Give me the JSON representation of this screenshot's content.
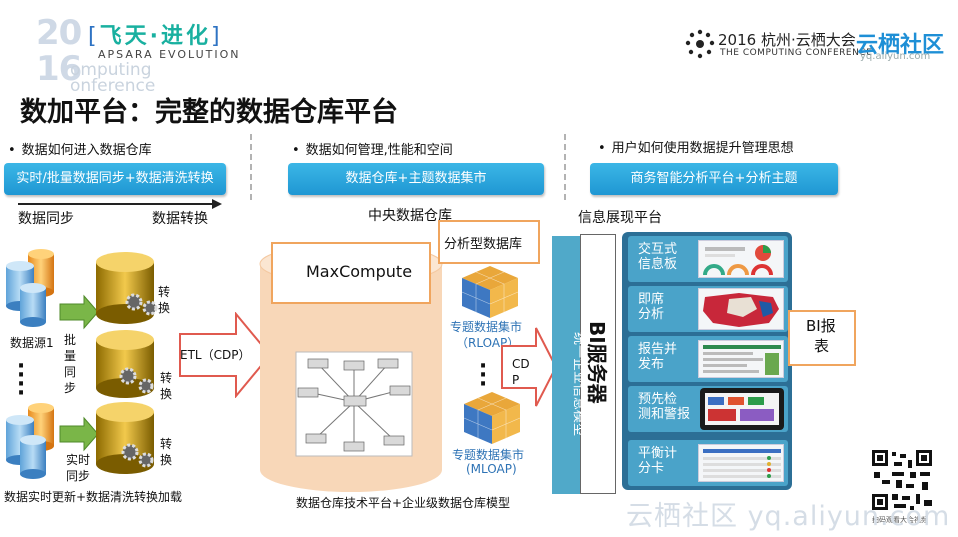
{
  "header": {
    "year_top": "20",
    "year_bottom": "16",
    "ghost_line1": "omputing",
    "ghost_line2": "onference",
    "brand_cn": "飞天·进化",
    "brand_en": "APSARA EVOLUTION",
    "conference_title": "2016 杭州·云栖大会",
    "conference_sub": "THE COMPUTING CONFERENCE",
    "community_brand": "云栖社区",
    "community_url": "yq.aliyun.com"
  },
  "title": "数加平台：完整的数据仓库平台",
  "columns": [
    {
      "question": "数据如何进入数据仓库",
      "bar": "实时/批量数据同步+数据清洗转换",
      "label_left": "数据同步",
      "label_right": "数据转换"
    },
    {
      "question": "数据如何管理,性能和空间",
      "bar": "数据仓库+主题数据集市",
      "label_center": "中央数据仓库"
    },
    {
      "question": "用户如何使用数据提升管理思想",
      "bar": "商务智能分析平台+分析主题",
      "label_left": "信息展现平台"
    }
  ],
  "sync": {
    "source": "数据源1",
    "batch": [
      "批",
      "量",
      "同",
      "步"
    ],
    "realtime": [
      "实时",
      "同步"
    ],
    "transform": [
      "转",
      "换"
    ],
    "bottom_caption": "数据实时更新+数据清洗转换加载"
  },
  "etl_label": "ETL（CDP）",
  "warehouse": {
    "maxcompute": "MaxCompute",
    "caption": "数据仓库技术平台+企业级数据仓库模型"
  },
  "marts": {
    "analytic_db": "分析型数据库",
    "rloap_line1": "专题数据集市",
    "rloap_line2": "（RLOAP）",
    "mloap_line1": "专题数据集市",
    "mloap_line2": "(MLOAP)",
    "cdp": [
      "CD",
      "P"
    ]
  },
  "bi": {
    "server": "BI服务器",
    "model": "统一企业信息模型",
    "report_line1": "BI报",
    "report_line2": "表",
    "tiles": [
      {
        "line1": "交互式",
        "line2": "信息板"
      },
      {
        "line1": "即席",
        "line2": "分析"
      },
      {
        "line1": "报告并",
        "line2": "发布"
      },
      {
        "line1": "预先检",
        "line2": "测和警报"
      },
      {
        "line1": "平衡计",
        "line2": "分卡"
      }
    ]
  },
  "qr_caption": "扫码观看大会视频",
  "watermark": "云栖社区 yq.aliyun.com",
  "colors": {
    "accent_blue": "#1f97d3",
    "teal_brand": "#19b0a0",
    "etl_red": "#e05a4f",
    "orange_border": "#f0a55e",
    "panel_dark": "#2c6f96",
    "tile_blue": "#4aa3c9"
  }
}
